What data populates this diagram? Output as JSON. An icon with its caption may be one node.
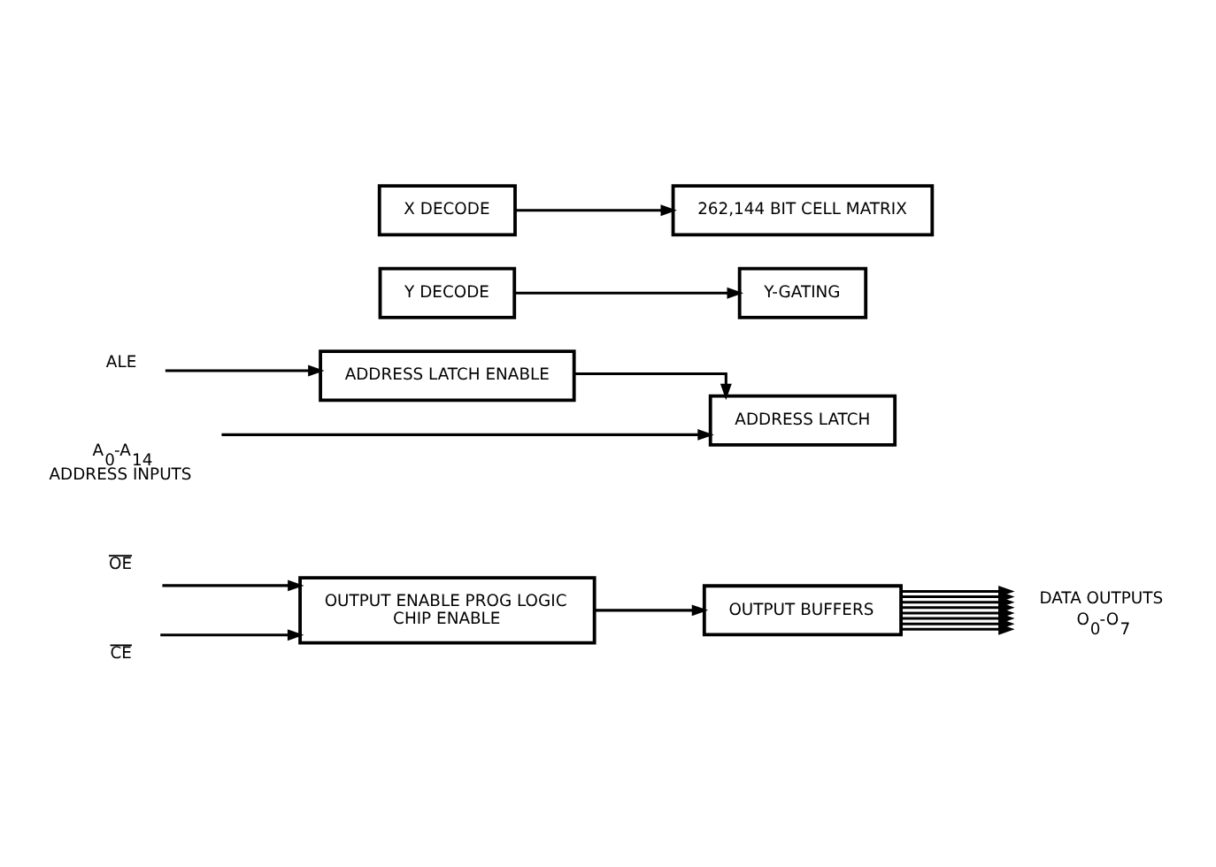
{
  "diagram": {
    "nodes": [
      {
        "text": [
          "OE"
        ]
      },
      {
        "text": [
          "CE"
        ]
      },
      {
        "text": [
          "ALE"
        ]
      },
      {
        "text": [
          "OUTPUT ENABLE PROG LOGIC",
          "CHIP ENABLE"
        ]
      },
      {
        "text": [
          "ADDRESS LATCH ENABLE"
        ]
      },
      {
        "text": [
          "A$_{0}$-A$_{14}$",
          "ADDRESS INPUTS"
        ]
      },
      {
        "text": [
          "ADDRESS LATCH"
        ]
      },
      {
        "text": [
          "Y DECODE"
        ]
      },
      {
        "text": [
          "X DECODE"
        ]
      },
      {
        "text": [
          "OUTPUT BUFFERS"
        ]
      },
      {
        "text": [
          "Y-GATING"
        ]
      },
      {
        "text": [
          "262,144 BIT CELL MATRIX"
        ]
      },
      {
        "text": [
          "DATA OUTPUTS",
          "O$_{0}$-O$_{7}$"
        ]
      }
    ],
    "edges": [
      {
        "from": 0,
        "to": 3,
        "arrow": "to"
      },
      {
        "from": 1,
        "to": 3,
        "arrow": "to"
      },
      {
        "from": 2,
        "to": 4,
        "arrow": "to"
      },
      {
        "from": 3,
        "to": 9,
        "arrow": "to"
      },
      {
        "from": 4,
        "to": 6,
        "arrow": "to"
      },
      {
        "from": 5,
        "to": 6,
        "arrow": "to"
      },
      {
        "from": 7,
        "to": 10,
        "arrow": "to"
      },
      {
        "from": 8,
        "to": 11,
        "arrow": "to"
      },
      {
        "from": 9,
        "to": 12,
        "arrow": "to"
      },
      {
        "from": 9,
        "to": 12,
        "arrow": "to"
      },
      {
        "from": 9,
        "to": 12,
        "arrow": "to"
      },
      {
        "from": 9,
        "to": 12,
        "arrow": "to"
      },
      {
        "from": 9,
        "to": 12,
        "arrow": "to"
      },
      {
        "from": 9,
        "to": 12,
        "arrow": "to"
      },
      {
        "from": 9,
        "to": 12,
        "arrow": "to"
      },
      {
        "from": 9,
        "to": 12,
        "arrow": "to"
      }
    ]
  }
}
